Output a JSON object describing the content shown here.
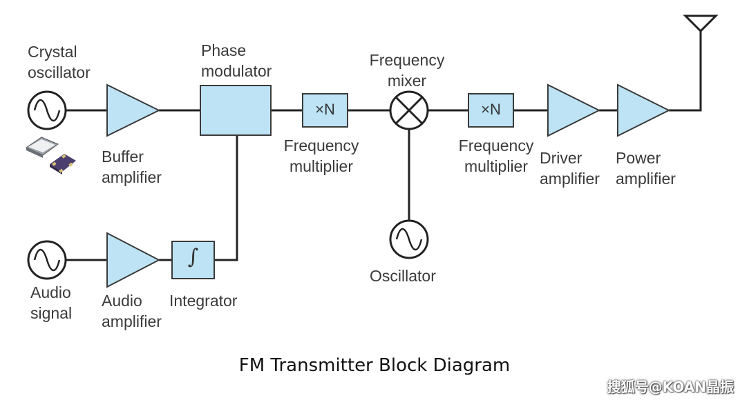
{
  "labels": {
    "crystal_oscillator": [
      "Crystal",
      "oscillator"
    ],
    "phase_modulator": [
      "Phase",
      "modulator"
    ],
    "frequency_mixer": [
      "Frequency",
      "mixer"
    ],
    "buffer_amplifier": [
      "Buffer",
      "amplifier"
    ],
    "frequency_multiplier_1": [
      "Frequency",
      "multiplier"
    ],
    "frequency_multiplier_2": [
      "Frequency",
      "multiplier"
    ],
    "driver_amplifier": [
      "Driver",
      "amplifier"
    ],
    "power_amplifier": [
      "Power",
      "amplifier"
    ],
    "audio_signal": [
      "Audio",
      "signal"
    ],
    "audio_amplifier": [
      "Audio",
      "amplifier"
    ],
    "integrator": "Integrator",
    "oscillator": "Oscillator"
  },
  "blocks": {
    "multiplier_1_symbol": "×N",
    "multiplier_2_symbol": "×N",
    "integrator_symbol": "∫"
  },
  "caption": "FM Transmitter Block Diagram",
  "watermark": "搜狐号@KOAN晶振",
  "colors": {
    "block_fill": "#bde3f5",
    "block_stroke": "#3a3a3a",
    "line": "#222222"
  }
}
